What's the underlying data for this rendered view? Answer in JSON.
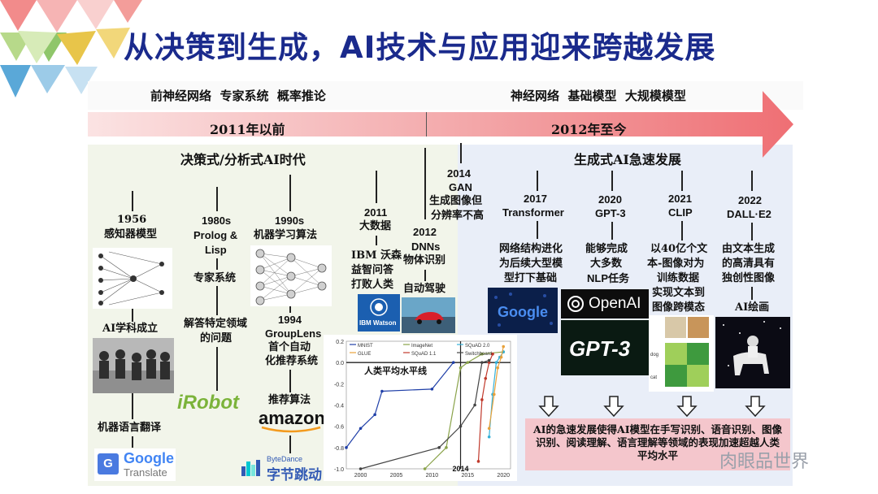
{
  "slide": {
    "title": "从决策到生成，AI技术与应用迎来跨越发展",
    "top_left_phrases": "前神经网络  专家系统  概率推论",
    "top_right_phrases": "神经网络  基础模型  大规模模型",
    "era_left": "2011年以前",
    "era_right": "2012年至今",
    "section_left": "决策式/分析式AI时代",
    "section_right": "生成式AI急速发展",
    "watermark": "肉眼品世界"
  },
  "left_timeline": {
    "m1956_year": "1956",
    "m1956_label": "感知器模型",
    "ai_founded": "AI学科成立",
    "machine_translation": "机器语言翻译",
    "m1980_year": "1980s",
    "m1980_l1": "Prolog &",
    "m1980_l2": "Lisp",
    "expert_system": "专家系统",
    "m1980_desc1": "解答特定领域",
    "m1980_desc2": "的问题",
    "m1990_year": "1990s",
    "m1990_label": "机器学习算法",
    "m1994_year": "1994",
    "m1994_name": "GroupLens",
    "m1994_desc1": "首个自动",
    "m1994_desc2": "化推荐系统",
    "recommend": "推荐算法",
    "m2011_year": "2011",
    "m2011_label": "大数据",
    "m2011_desc1": "IBM 沃森",
    "m2011_desc2": "益智问答",
    "m2011_desc3": "打败人类",
    "m2012_year": "2012",
    "m2012_label1": "DNNs",
    "m2012_label2": "物体识别",
    "autodrive": "自动驾驶",
    "m2014_year": "2014",
    "m2014_label1": "GAN",
    "m2014_label2": "生成图像但",
    "m2014_label3": "分辨率不高"
  },
  "right_timeline": {
    "m2017_year": "2017",
    "m2017_name": "Transformer",
    "m2017_d1": "网络结构进化",
    "m2017_d2": "为后续大型模",
    "m2017_d3": "型打下基础",
    "m2020_year": "2020",
    "m2020_name": "GPT-3",
    "m2020_d1": "能够完成",
    "m2020_d2": "大多数",
    "m2020_d3": "NLP任务",
    "m2021_year": "2021",
    "m2021_name": "CLIP",
    "m2021_d1": "以40亿个文",
    "m2021_d2": "本-图像对为",
    "m2021_d3": "训练数据",
    "m2021_d4": "实现文本到",
    "m2021_d5": "图像跨模态",
    "m2022_year": "2022",
    "m2022_name": "DALL·E2",
    "m2022_d1": "由文本生成",
    "m2022_d2": "的高清具有",
    "m2022_d3": "独创性图像",
    "m2022_d4": "AI绘画",
    "callout": "AI的急速发展使得AI模型在手写识别、语音识别、图像识别、阅读理解、语言理解等领域的表现加速超越人类平均水平"
  },
  "logos": {
    "irobot": "iRobot",
    "amazon": "amazon",
    "google": "Google",
    "translate": "Translate",
    "bytedance_en": "ByteDance",
    "bytedance_cn": "字节跳动",
    "ibm": "IBM Watson",
    "openai": "OpenAI",
    "gpt3": "GPT-3"
  },
  "chart_labels": {
    "human_level": "人类平均水平线",
    "year_2014": "2014",
    "legend": [
      "MNIST",
      "ImageNet",
      "SQuAD 2.0",
      "GLUE",
      "SQuAD 1.1",
      "Switchboard"
    ],
    "colors": [
      "#1f3fa8",
      "#8aa34a",
      "#33b0d8",
      "#e8a13a",
      "#c0392b",
      "#444444"
    ]
  },
  "chart_data": {
    "type": "line",
    "xlim": [
      1998,
      2021
    ],
    "ylim": [
      -1.0,
      0.2
    ],
    "xticks": [
      "2000",
      "2005",
      "2010",
      "2015",
      "2020"
    ],
    "yticks": [
      "0.2",
      "0.0",
      "-0.2",
      "-0.4",
      "-0.6",
      "-0.8",
      "-1.0"
    ],
    "series": [
      {
        "name": "MNIST",
        "x": [
          1998,
          2000,
          2002,
          2003,
          2010,
          2013
        ],
        "y": [
          -0.8,
          -0.62,
          -0.49,
          -0.27,
          -0.25,
          0.0
        ]
      },
      {
        "name": "ImageNet",
        "x": [
          2009,
          2012,
          2014,
          2015,
          2017,
          2020
        ],
        "y": [
          -1.0,
          -0.8,
          -0.05,
          0.0,
          0.08,
          0.1
        ]
      },
      {
        "name": "SQuAD 2.0",
        "x": [
          2018,
          2018.5,
          2019,
          2019.5,
          2020
        ],
        "y": [
          -0.7,
          -0.3,
          0.0,
          0.05,
          0.1
        ]
      },
      {
        "name": "GLUE",
        "x": [
          2018,
          2018.7,
          2019.2,
          2019.7,
          2020
        ],
        "y": [
          -0.62,
          -0.3,
          -0.05,
          0.05,
          0.15
        ]
      },
      {
        "name": "SQuAD 1.1",
        "x": [
          2016.5,
          2017,
          2017.5,
          2018,
          2018.5
        ],
        "y": [
          -0.93,
          -0.35,
          -0.15,
          0.0,
          0.08
        ]
      },
      {
        "name": "Switchboard",
        "x": [
          2000,
          2011,
          2014,
          2016,
          2017,
          2018
        ],
        "y": [
          -1.0,
          -0.8,
          -0.6,
          -0.4,
          0.0,
          0.02
        ]
      }
    ]
  }
}
